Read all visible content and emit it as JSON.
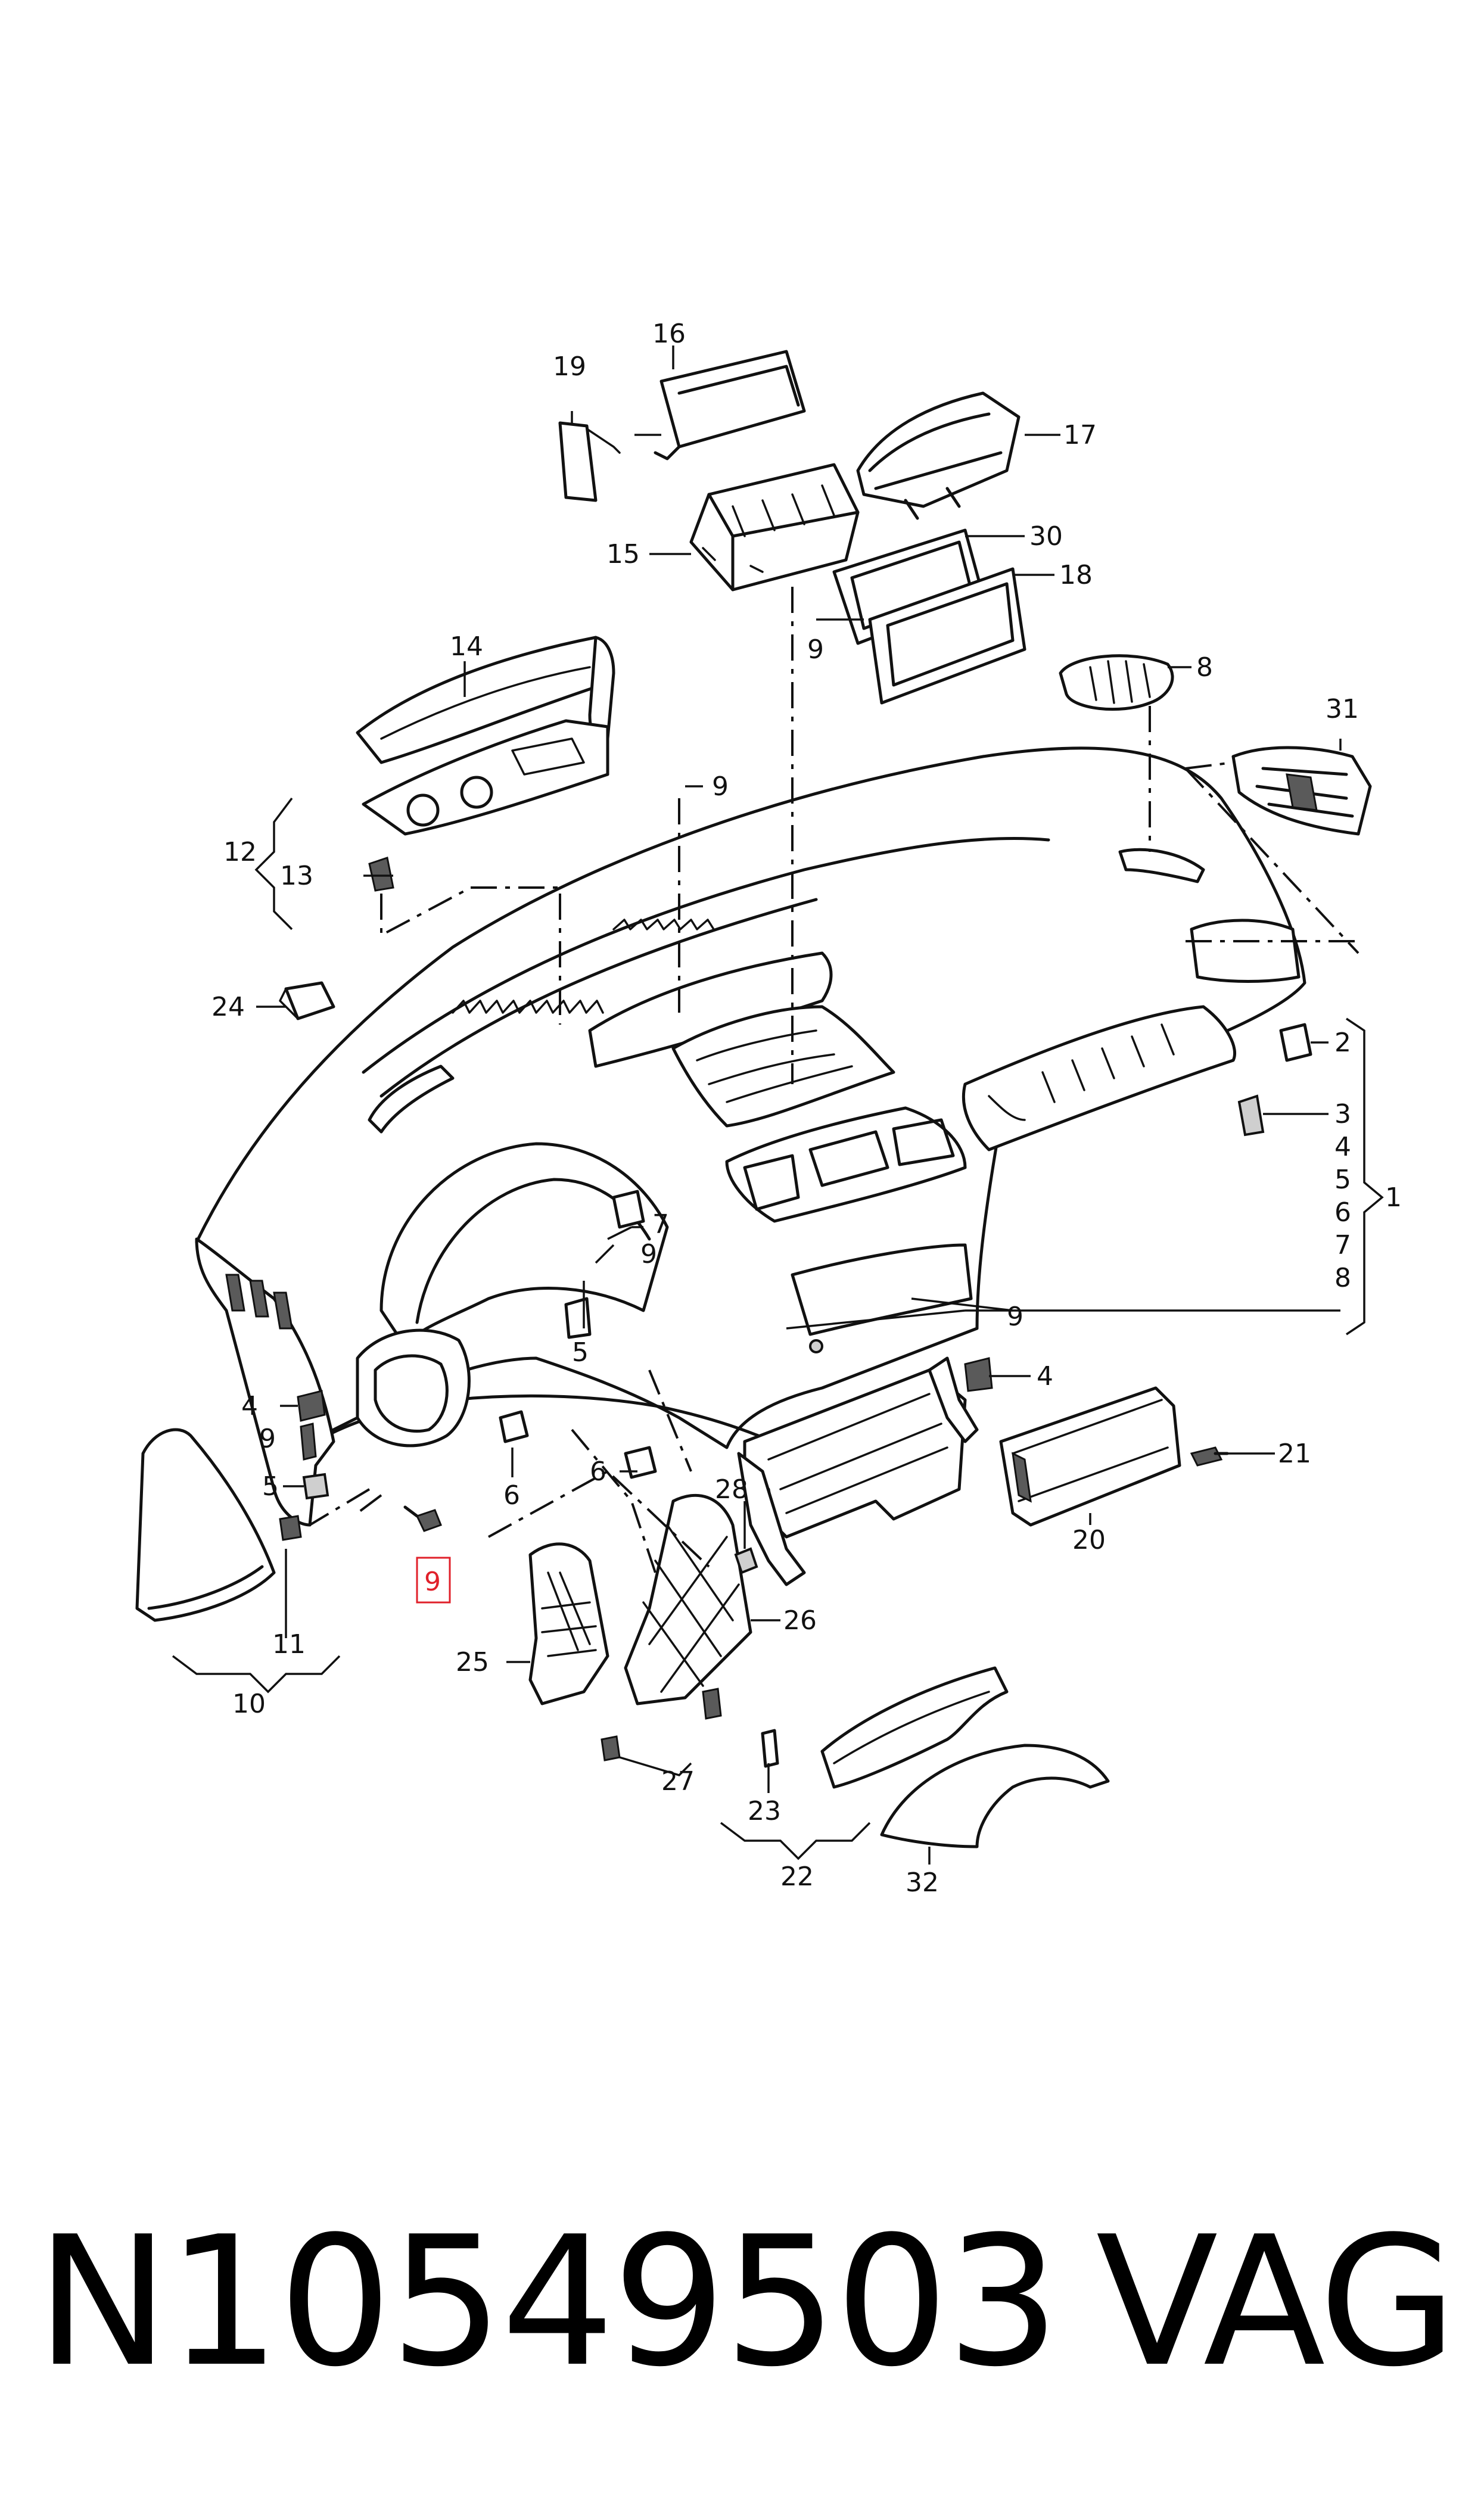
{
  "diagram": {
    "callouts": {
      "c1": "1",
      "c2": "2",
      "c3": "3",
      "c4a": "4",
      "c4b": "4",
      "c4c": "4",
      "c5a": "5",
      "c5b": "5",
      "c5c": "5",
      "c6a": "6",
      "c6b": "6",
      "c6c": "6",
      "c7a": "7",
      "c7b": "7",
      "c8a": "8",
      "c8b": "8",
      "c9a": "9",
      "c9b": "9",
      "c9c": "9",
      "c9d": "9",
      "c9e": "9",
      "c9f": "9",
      "c10": "10",
      "c11": "11",
      "c12": "12",
      "c13": "13",
      "c14": "14",
      "c15": "15",
      "c16": "16",
      "c17": "17",
      "c18": "18",
      "c19": "19",
      "c20": "20",
      "c21": "21",
      "c22": "22",
      "c23": "23",
      "c24": "24",
      "c25": "25",
      "c26": "26",
      "c27": "27",
      "c28": "28",
      "c30": "30",
      "c31": "31",
      "c32": "32"
    },
    "highlight_color": "#e0202a",
    "line_color": "#111111"
  },
  "footer": {
    "part_number": "N10549503",
    "brand": "VAG"
  }
}
